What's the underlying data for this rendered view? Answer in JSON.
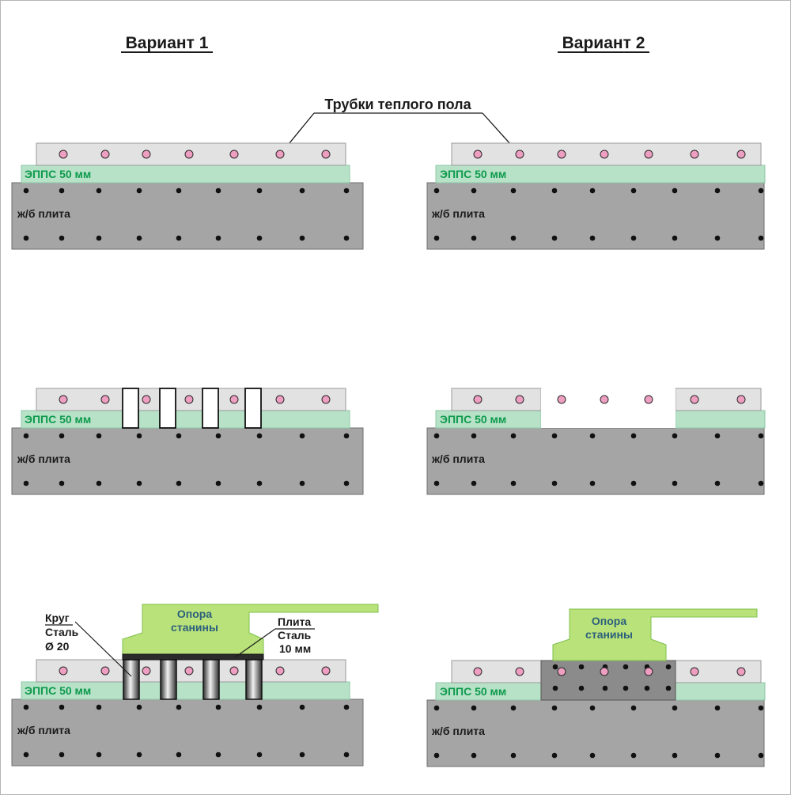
{
  "titles": {
    "variant1": "Вариант  1",
    "variant2": "Вариант  2"
  },
  "callouts": {
    "pipes": "Трубки теплого пола",
    "rod_title": "Круг",
    "rod_material": "Сталь",
    "rod_size": "Ø  20",
    "plate_title": "Плита",
    "plate_material": "Сталь",
    "plate_size": "10 мм"
  },
  "layers": {
    "insulation": "ЭППС   50 мм",
    "slab": "ж/б  плита"
  },
  "support": {
    "line1": "Опора",
    "line2": "станины"
  },
  "colors": {
    "screed": "#e2e2e2",
    "insulation": "#b7e2c8",
    "slab": "#a6a5a6",
    "support": "#b9e27a",
    "pipe": "#ee9ec1",
    "concrete_fill": "#8c8b8c",
    "label_green": "#0e9a4c"
  }
}
